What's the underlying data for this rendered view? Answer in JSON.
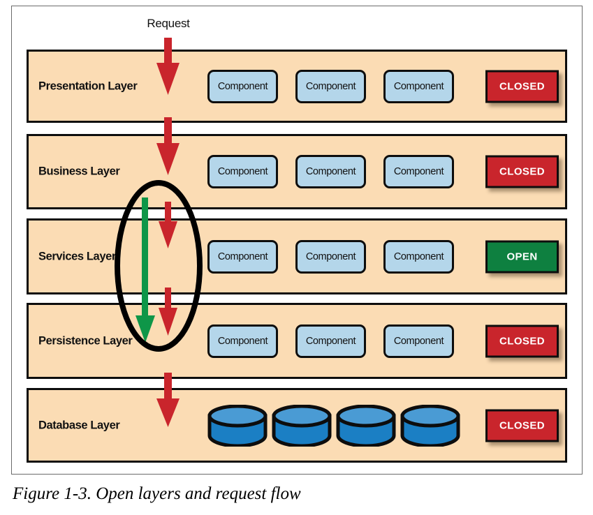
{
  "figure": {
    "caption": "Figure 1-3. Open layers and request flow",
    "request_label": "Request",
    "colors": {
      "layer_fill": "#fbdcb4",
      "component_fill": "#b4d6ea",
      "closed_badge": "#c9252c",
      "open_badge": "#0e8040",
      "request_arrow": "#c9252c",
      "bypass_arrow": "#0e9648",
      "cylinder_top": "#4a9bd4",
      "cylinder_body": "#1b7fc4",
      "stroke": "#0d0d0d"
    },
    "layers": [
      {
        "name": "Presentation Layer",
        "components": [
          "Component",
          "Component",
          "Component"
        ],
        "status": "CLOSED",
        "status_state": "closed"
      },
      {
        "name": "Business Layer",
        "components": [
          "Component",
          "Component",
          "Component"
        ],
        "status": "CLOSED",
        "status_state": "closed"
      },
      {
        "name": "Services Layer",
        "components": [
          "Component",
          "Component",
          "Component"
        ],
        "status": "OPEN",
        "status_state": "open"
      },
      {
        "name": "Persistence Layer",
        "components": [
          "Component",
          "Component",
          "Component"
        ],
        "status": "CLOSED",
        "status_state": "closed"
      },
      {
        "name": "Database Layer",
        "databases": [
          "database",
          "database",
          "database",
          "database"
        ],
        "status": "CLOSED",
        "status_state": "closed"
      }
    ]
  }
}
